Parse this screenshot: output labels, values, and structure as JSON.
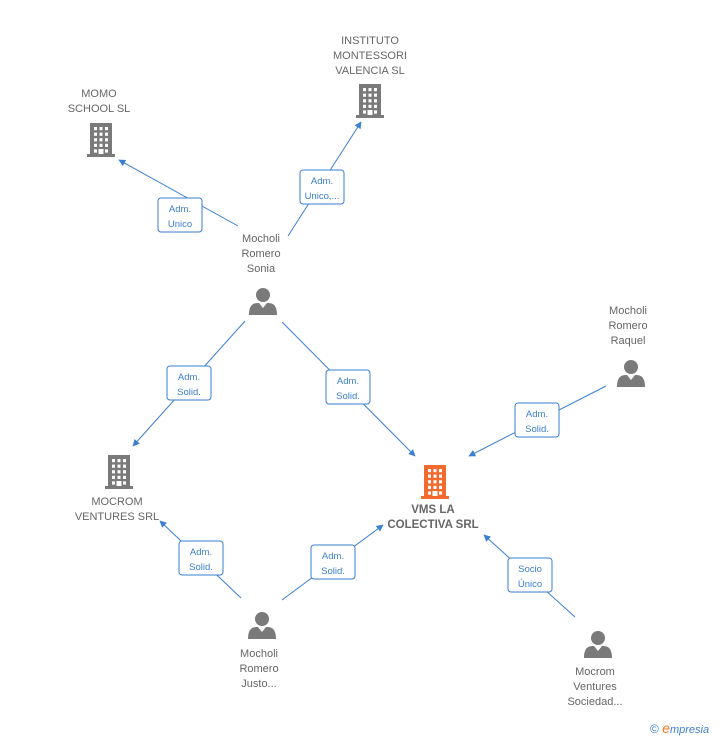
{
  "nodes": [
    {
      "id": "momo",
      "kind": "company",
      "lines": [
        "MOMO",
        "SCHOOL SL"
      ],
      "icon": "building-icon"
    },
    {
      "id": "montessori",
      "kind": "company",
      "lines": [
        "INSTITUTO",
        "MONTESSORI",
        "VALENCIA  SL"
      ],
      "icon": "building-icon"
    },
    {
      "id": "sonia",
      "kind": "person",
      "lines": [
        "Mocholi",
        "Romero",
        "Sonia"
      ],
      "icon": "person-icon"
    },
    {
      "id": "raquel",
      "kind": "person",
      "lines": [
        "Mocholi",
        "Romero",
        "Raquel"
      ],
      "icon": "person-icon"
    },
    {
      "id": "mocrom",
      "kind": "company",
      "lines": [
        "MOCROM",
        "VENTURES SRL"
      ],
      "icon": "building-icon"
    },
    {
      "id": "vms",
      "kind": "main-company",
      "lines": [
        "VMS LA",
        "COLECTIVA SRL"
      ],
      "icon": "building-icon"
    },
    {
      "id": "justo",
      "kind": "person",
      "lines": [
        "Mocholi",
        "Romero",
        "Justo..."
      ],
      "icon": "person-icon"
    },
    {
      "id": "sociedad",
      "kind": "person",
      "lines": [
        "Mocrom",
        "Ventures",
        "Sociedad..."
      ],
      "icon": "person-icon"
    }
  ],
  "edges": [
    {
      "from": "sonia",
      "to": "momo",
      "label": [
        "Adm.",
        "Unico"
      ]
    },
    {
      "from": "sonia",
      "to": "montessori",
      "label": [
        "Adm.",
        "Unico,..."
      ]
    },
    {
      "from": "sonia",
      "to": "mocrom",
      "label": [
        "Adm.",
        "Solid."
      ]
    },
    {
      "from": "sonia",
      "to": "vms",
      "label": [
        "Adm.",
        "Solid."
      ]
    },
    {
      "from": "raquel",
      "to": "vms",
      "label": [
        "Adm.",
        "Solid."
      ]
    },
    {
      "from": "justo",
      "to": "mocrom",
      "label": [
        "Adm.",
        "Solid."
      ]
    },
    {
      "from": "justo",
      "to": "vms",
      "label": [
        "Adm.",
        "Solid."
      ]
    },
    {
      "from": "sociedad",
      "to": "vms",
      "label": [
        "Socio",
        "Único"
      ]
    }
  ],
  "colors": {
    "edge": "#3a7fd0",
    "company_icon": "#7a7a7a",
    "main_company_icon": "#f26a2e",
    "person_icon": "#7a7a7a",
    "label": "#666666"
  },
  "footer": {
    "copyright_symbol": "©",
    "brand": "mpresia",
    "brand_e": "e"
  }
}
